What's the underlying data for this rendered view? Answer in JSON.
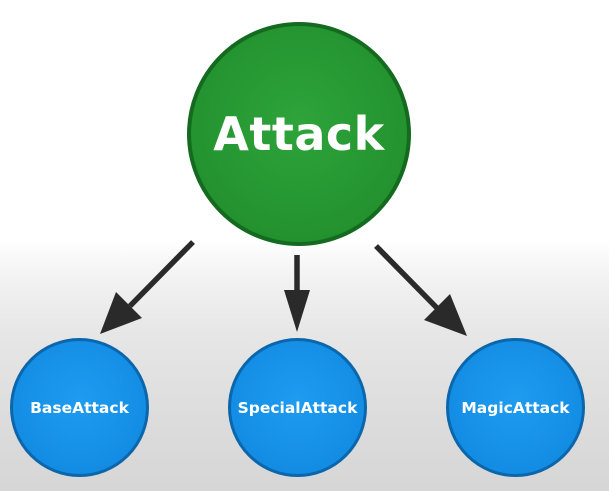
{
  "diagram": {
    "root": {
      "label": "Attack",
      "color": "#23922f"
    },
    "children": [
      {
        "label": "BaseAttack",
        "color": "#138de4"
      },
      {
        "label": "SpecialAttack",
        "color": "#138de4"
      },
      {
        "label": "MagicAttack",
        "color": "#138de4"
      }
    ],
    "arrow_color": "#2a2a2a"
  }
}
